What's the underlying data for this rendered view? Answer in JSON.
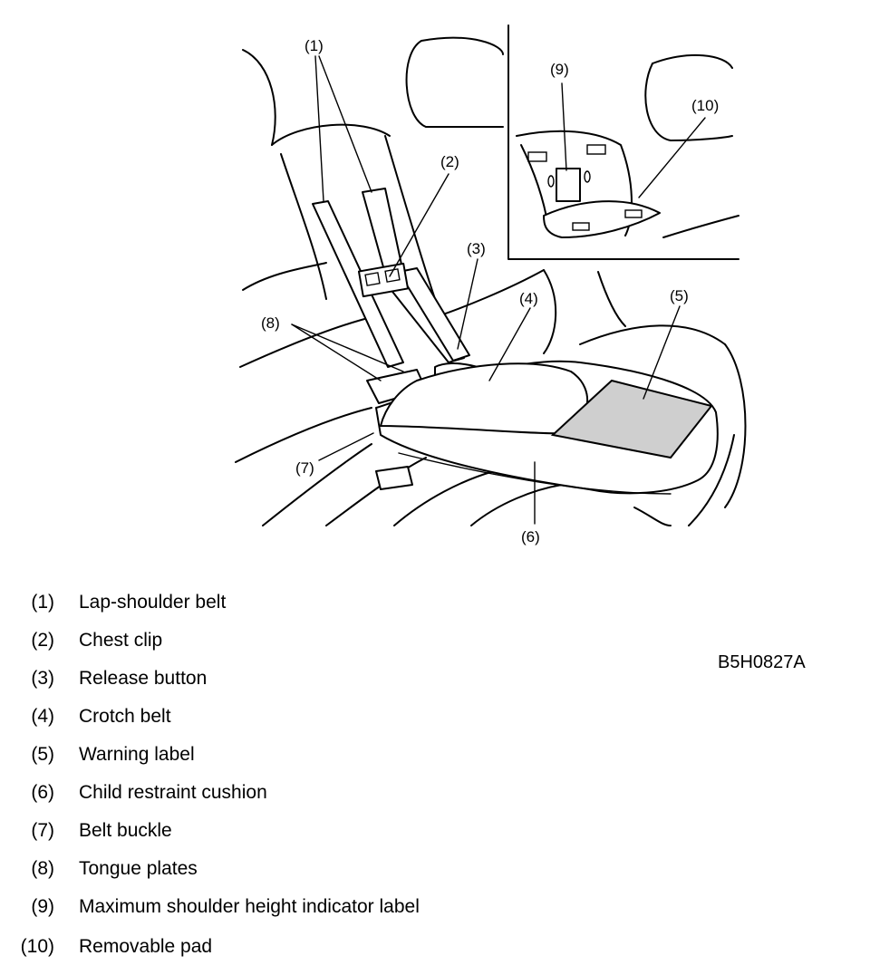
{
  "figure": {
    "code": "B5H0827A",
    "callouts": [
      "(1)",
      "(2)",
      "(3)",
      "(4)",
      "(5)",
      "(6)",
      "(7)",
      "(8)",
      "(9)",
      "(10)"
    ]
  },
  "legend": {
    "items": [
      {
        "num": "(1)",
        "text": "Lap-shoulder belt"
      },
      {
        "num": "(2)",
        "text": "Chest clip"
      },
      {
        "num": "(3)",
        "text": "Release button"
      },
      {
        "num": "(4)",
        "text": "Crotch belt"
      },
      {
        "num": "(5)",
        "text": "Warning label"
      },
      {
        "num": "(6)",
        "text": "Child restraint cushion"
      },
      {
        "num": "(7)",
        "text": "Belt buckle"
      },
      {
        "num": "(8)",
        "text": "Tongue plates"
      },
      {
        "num": "(9)",
        "text": "Maximum shoulder height indicator label"
      },
      {
        "num": "(10)",
        "text": "Removable pad"
      }
    ]
  }
}
